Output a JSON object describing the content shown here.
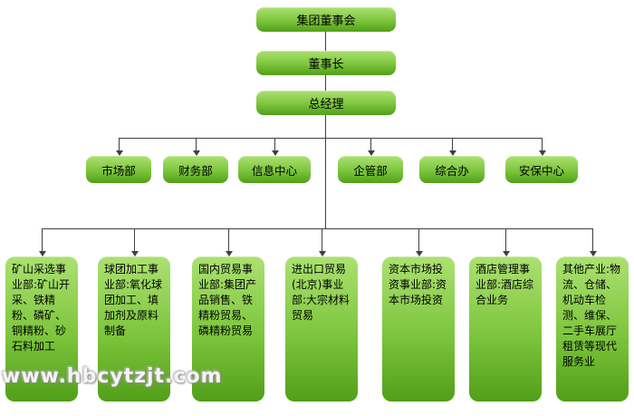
{
  "watermark": "www.hbcytzjt.com",
  "colors": {
    "box_green_light": "#ace171",
    "box_green_dark": "#519f18",
    "connector": "#3f3f3f",
    "background": "#ffffff",
    "text": "#000000"
  },
  "org": {
    "level1": "集团董事会",
    "level2": "董事长",
    "level3": "总经理",
    "departments": [
      "市场部",
      "财务部",
      "信息中心",
      "企管部",
      "综合办",
      "安保中心"
    ],
    "divisions": [
      "矿山采选事业部:矿山开采、铁精粉、磷矿、铜精粉、砂石料加工",
      "球团加工事业部:氧化球团加工、填加剂及原料制备",
      "国内贸易事业部:集团产品销售、铁精粉贸易、磷精粉贸易",
      "进出口贸易(北京)事业部:大宗材料贸易",
      "资本市场投资事业部:资本市场投资",
      "酒店管理事业部:酒店综合业务",
      "其他产业:物流、仓储、机动车检测、维保、二手车展厅租赁等现代服务业"
    ]
  }
}
